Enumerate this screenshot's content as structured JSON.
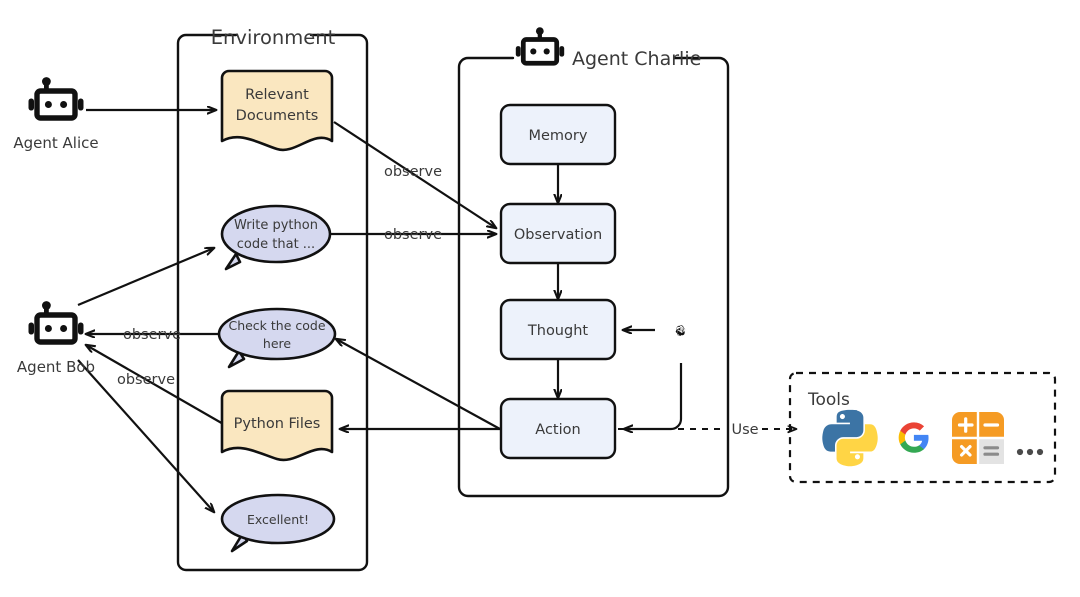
{
  "diagram": {
    "title": "Multi-agent environment with ReAct loop and tools",
    "colors": {
      "stroke": "#111111",
      "text": "#3a3a3a",
      "document_fill": "#fae7c0",
      "bubble_fill": "#d5d8ef",
      "react_box_fill": "#edf2fb",
      "react_box_stroke": "#7b8fb8",
      "python_blue": "#3c78aa",
      "python_yellow": "#ffd champion",
      "background": "#ffffff"
    }
  },
  "agents": {
    "alice": {
      "label": "Agent Alice",
      "icon": "robot-icon"
    },
    "bob": {
      "label": "Agent Bob",
      "icon": "robot-icon"
    },
    "charlie": {
      "label": "Agent Charlie",
      "icon": "robot-icon"
    }
  },
  "environment": {
    "title": "Environment",
    "items": [
      {
        "id": "relevant-documents",
        "type": "document",
        "lines": [
          "Relevant",
          "Documents"
        ]
      },
      {
        "id": "write-python-code",
        "type": "speech-bubble",
        "lines": [
          "Write python",
          "code that ..."
        ]
      },
      {
        "id": "check-the-code-here",
        "type": "speech-bubble",
        "lines": [
          "Check the code",
          "here"
        ]
      },
      {
        "id": "python-files",
        "type": "document",
        "lines": [
          "Python Files"
        ]
      },
      {
        "id": "excellent",
        "type": "speech-bubble",
        "lines": [
          "Excellent!"
        ]
      }
    ]
  },
  "agent_charlie_loop": {
    "title": "Agent Charlie",
    "nodes": [
      {
        "id": "memory",
        "label": "Memory"
      },
      {
        "id": "observation",
        "label": "Observation"
      },
      {
        "id": "thought",
        "label": "Thought"
      },
      {
        "id": "action",
        "label": "Action"
      }
    ],
    "llm_icon": "openai-logo-icon"
  },
  "tools": {
    "title": "Tools",
    "items": [
      {
        "id": "python-tool",
        "icon": "python-logo-icon"
      },
      {
        "id": "google-search-tool",
        "icon": "google-g-icon"
      },
      {
        "id": "calculator-tool",
        "icon": "calculator-icon"
      },
      {
        "id": "more-tools",
        "icon": "ellipsis-icon",
        "label": "..."
      }
    ]
  },
  "edge_labels": {
    "observe_docs": "observe",
    "observe_prompt": "observe",
    "observe_check": "observe",
    "observe_files": "observe",
    "use_tools": "Use"
  }
}
